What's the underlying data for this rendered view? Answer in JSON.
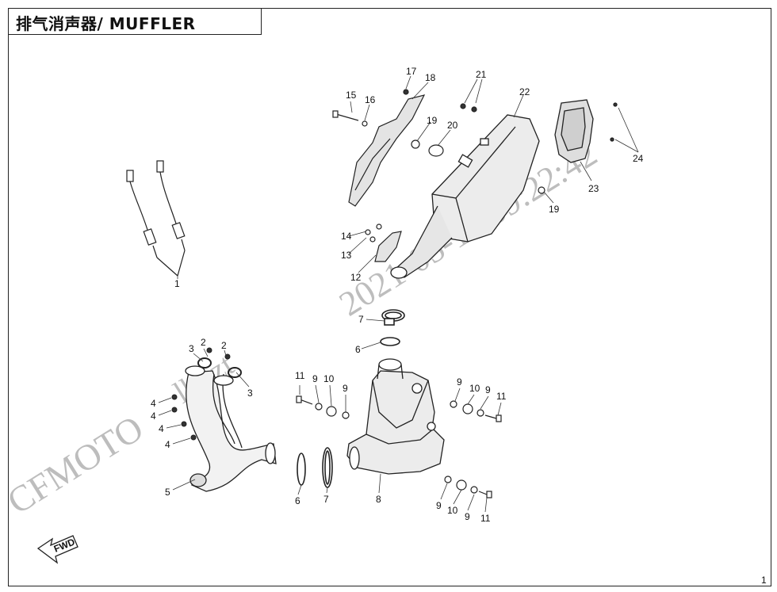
{
  "title": "排气消声器/ MUFFLER",
  "watermark": {
    "brand": "CFMOTO",
    "user": "lbxzt",
    "datetime": "2021-05-17 09:22:42"
  },
  "fwd_label": "FWD",
  "corner_mark": "1",
  "callouts": [
    "1",
    "2",
    "2",
    "3",
    "3",
    "4",
    "4",
    "4",
    "4",
    "5",
    "6",
    "6",
    "7",
    "7",
    "8",
    "9",
    "9",
    "9",
    "9",
    "9",
    "9",
    "10",
    "10",
    "10",
    "11",
    "11",
    "11",
    "12",
    "13",
    "14",
    "15",
    "16",
    "17",
    "18",
    "19",
    "19",
    "20",
    "21",
    "22",
    "23",
    "24"
  ]
}
